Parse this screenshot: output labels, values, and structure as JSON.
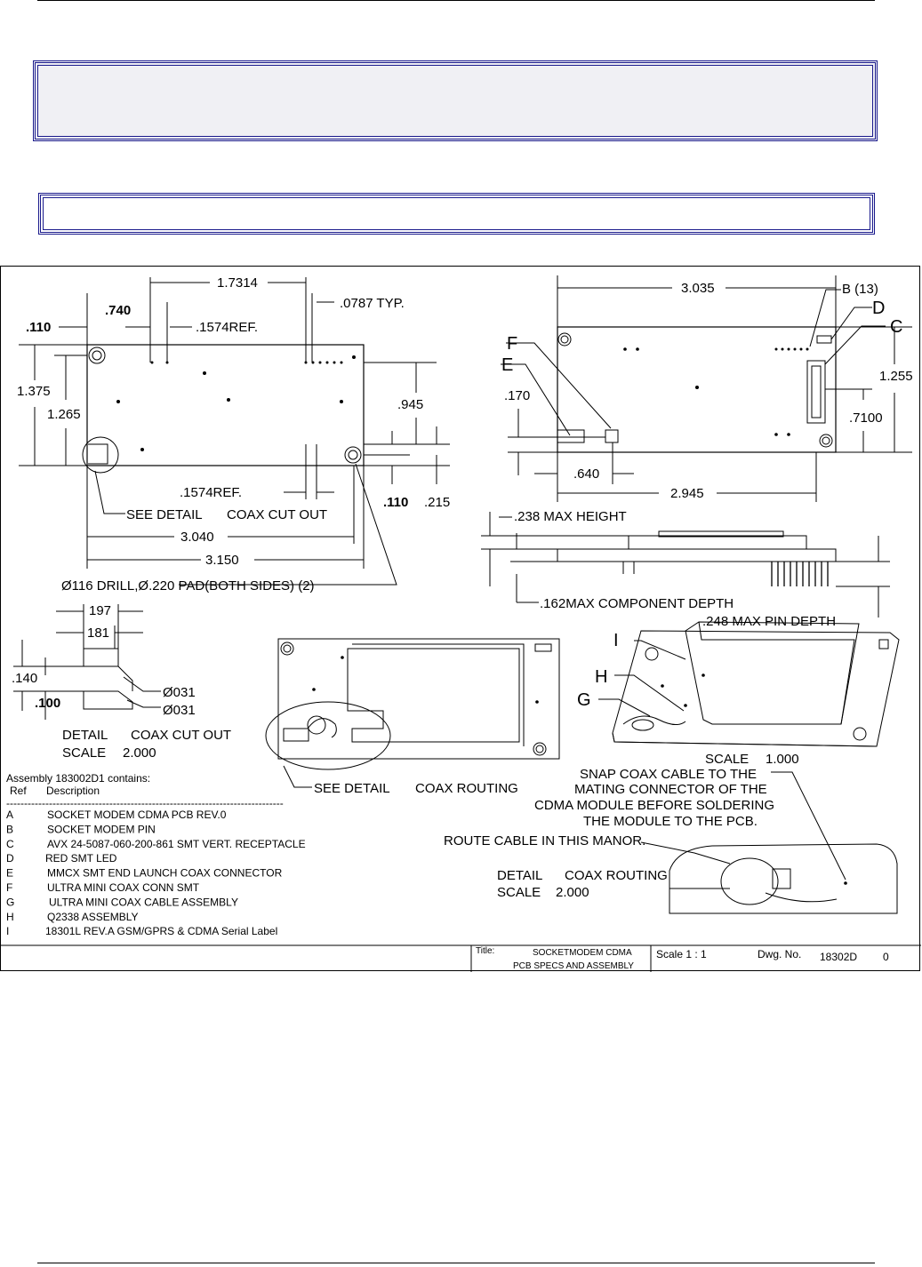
{
  "page": {
    "header_title": "",
    "sub_title": ""
  },
  "drawing": {
    "top_left_view": {
      "dims": {
        "d1": "1.7314",
        "d2": ".740",
        "d3": ".110",
        "d4": ".1574REF.",
        "d5": ".0787 TYP.",
        "d6": "1.375",
        "d7": "1.265",
        "d8": ".945",
        "d9": ".1574REF.",
        "d10": ".110",
        "d11": ".215",
        "d12": "3.040",
        "d13": "3.150"
      },
      "see_detail": "SEE DETAIL",
      "coax_cut_out": "COAX CUT OUT",
      "drill_note": "Ø116 DRILL,Ø.220 PAD(BOTH SIDES) (2)"
    },
    "top_right_view": {
      "dims": {
        "w": "3.035",
        "b": "B (13)",
        "d": "D",
        "c": "C",
        "f": "F",
        "e": "E",
        "h1": "1.255",
        "h2": ".170",
        "h3": ".7100",
        "x1": ".640",
        "x2": "2.945"
      }
    },
    "side_view": {
      "max_height": ".238 MAX HEIGHT",
      "max_comp_depth": ".162MAX COMPONENT DEPTH",
      "max_pin_depth": ".248 MAX PIN DEPTH"
    },
    "detail_cutout": {
      "d197": "197",
      "d181": "181",
      "d140": ".140",
      "d100": ".100",
      "dia1": "Ø031",
      "dia2": "Ø031",
      "label": "DETAIL",
      "name": "COAX CUT OUT",
      "scale_label": "SCALE",
      "scale_value": "2.000"
    },
    "coax_routing": {
      "see_detail": "SEE DETAIL",
      "name": "COAX ROUTING"
    },
    "iso_view": {
      "i": "I",
      "h": "H",
      "g": "G",
      "scale_label": "SCALE",
      "scale_value": "1.000"
    },
    "notes": {
      "snap": "SNAP COAX CABLE TO THE",
      "snap2": "MATING CONNECTOR OF THE",
      "snap3": "CDMA MODULE BEFORE SOLDERING",
      "snap4": "THE MODULE TO THE PCB.",
      "route": "ROUTE CABLE IN THIS MANOR."
    },
    "detail_routing": {
      "label": "DETAIL",
      "name": "COAX ROUTING",
      "scale_label": "SCALE",
      "scale_value": "2.000"
    },
    "bom": {
      "title": "Assembly 183002D1 contains:",
      "col_ref": "Ref",
      "col_desc": "Description",
      "divider": "------------------------------------------------------------------------------",
      "items": [
        {
          "ref": "A",
          "desc": "SOCKET MODEM CDMA PCB REV.0"
        },
        {
          "ref": "B",
          "desc": "SOCKET MODEM PIN"
        },
        {
          "ref": "C",
          "desc": "AVX 24-5087-060-200-861 SMT VERT. RECEPTACLE"
        },
        {
          "ref": "D",
          "desc": "RED SMT LED"
        },
        {
          "ref": "E",
          "desc": "MMCX SMT END LAUNCH COAX CONNECTOR"
        },
        {
          "ref": "F",
          "desc": "ULTRA MINI COAX CONN SMT"
        },
        {
          "ref": "G",
          "desc": "ULTRA MINI COAX CABLE ASSEMBLY"
        },
        {
          "ref": "H",
          "desc": "Q2338 ASSEMBLY"
        },
        {
          "ref": "I",
          "desc": "18301L REV.A GSM/GPRS   & CDMA Serial Label"
        }
      ]
    },
    "title_block": {
      "title_label": "Title:",
      "title_line1": "SOCKETMODEM CDMA",
      "title_line2": "PCB SPECS AND ASSEMBLY",
      "scale": "Scale 1 : 1",
      "dwg_label": "Dwg. No.",
      "dwg_no": "18302D",
      "rev": "0"
    }
  }
}
